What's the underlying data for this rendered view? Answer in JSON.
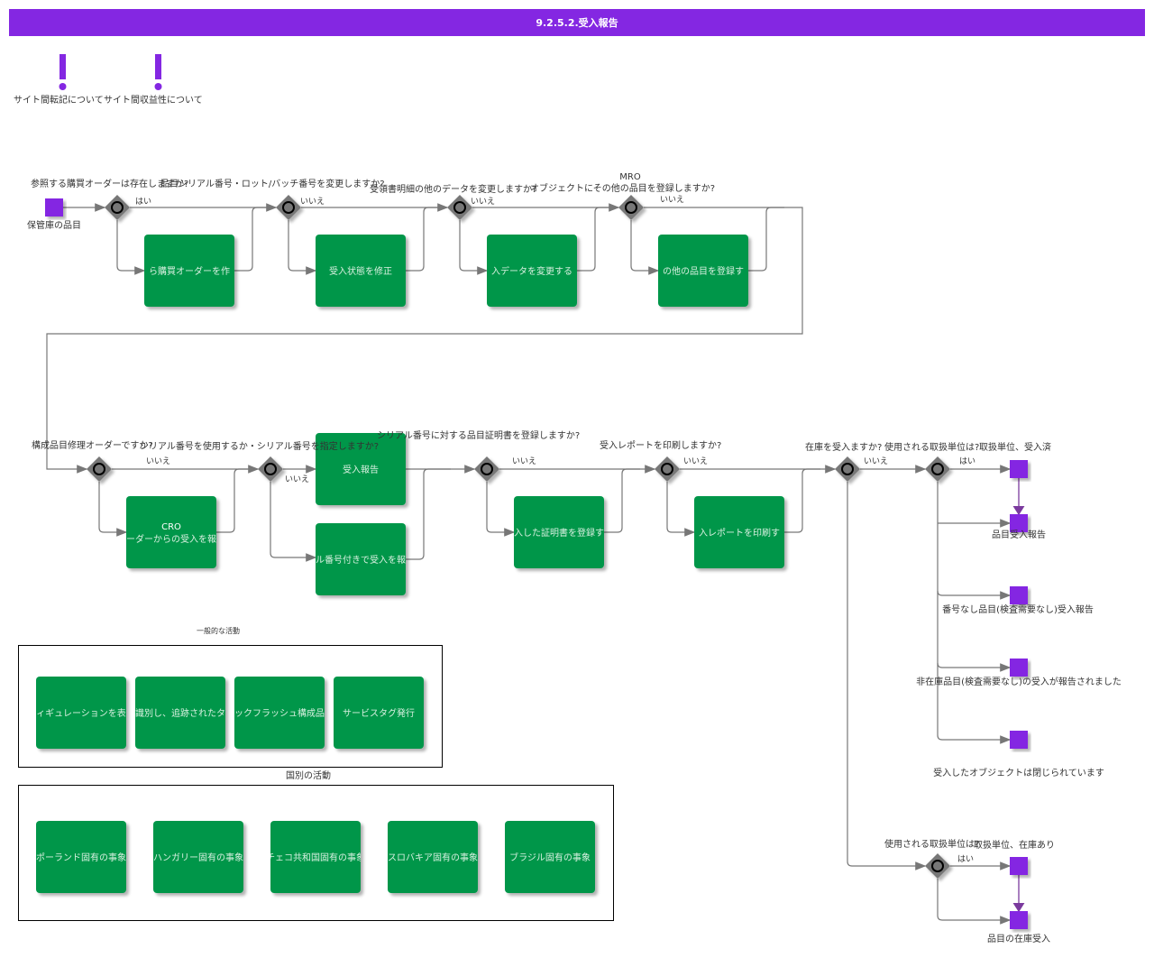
{
  "title": "9.2.5.2.受入報告",
  "colors": {
    "header": "#8427e2",
    "task": "#00964a",
    "event": "#8427e2",
    "gateway": "#777777"
  },
  "notes": [
    "サイト間転記について",
    "サイト間収益性について"
  ],
  "start": "保管庫の品目",
  "row1": {
    "questions": [
      "参照する購買オーダーは存在しますか?",
      "品目シリアル番号・ロット/バッチ番号を変更しますか?",
      "受領書明細の他のデータを変更しますか?",
      "オブジェクトにその他の品目を登録しますか?"
    ],
    "mro": "MRO",
    "answers": [
      "はい",
      "いいえ",
      "いいえ",
      "いいえ"
    ],
    "tasks": [
      "ら購買オーダーを作",
      "受入状態を修正",
      "入データを変更する",
      "の他の品目を登録す"
    ]
  },
  "row2": {
    "questions": [
      "構成品目修理オーダーですか?",
      "シリアル番号を使用するか・シリアル番号を指定しますか?",
      "シリアル番号に対する品目証明書を登録しますか?",
      "受入レポートを印刷しますか?",
      "在庫を受入ますか?",
      "使用される取扱単位は?",
      "取扱単位、受入済"
    ],
    "answers": [
      "いいえ",
      "いいえ",
      "いいえ",
      "いいえ",
      "いいえ",
      "はい"
    ],
    "cro": "CRO",
    "tasks": [
      "ーダーからの受入を報",
      "受入報告",
      "ル番号付きで受入を報",
      "入した証明書を登録す",
      "入レポートを印刷す"
    ]
  },
  "ends": [
    "品目受入報告",
    "番号なし品目(検査需要なし)受入報告",
    "非在庫品目(検査需要なし)の受入が報告されました",
    "受入したオブジェクトは閉じられています"
  ],
  "stock": {
    "question": "使用される取扱単位は?",
    "hu": "取扱単位、在庫あり",
    "yes": "はい",
    "end": "品目の在庫受入"
  },
  "general": {
    "label": "一般的な活動",
    "tasks": [
      "ィギュレーションを表",
      "識別し、追跡されたタ",
      "ックフラッシュ構成品",
      "サービスタグ発行"
    ]
  },
  "country": {
    "label": "国別の活動",
    "tasks": [
      "ポーランド固有の事象",
      "ハンガリー固有の事象",
      "チェコ共和国固有の事象",
      "スロバキア固有の事象",
      "ブラジル固有の事象"
    ]
  }
}
